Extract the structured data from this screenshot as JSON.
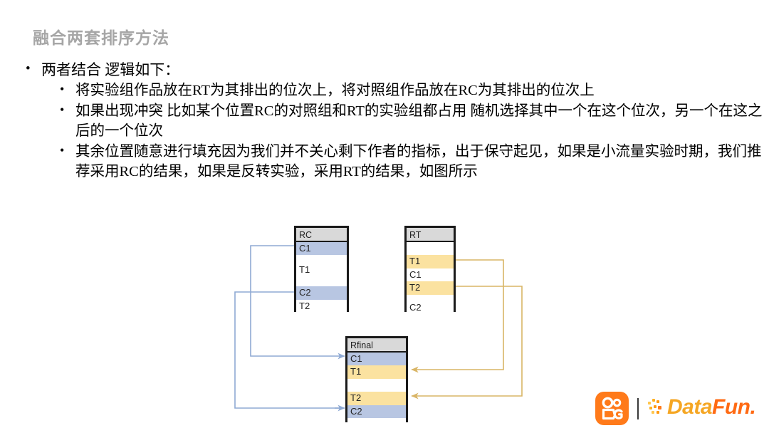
{
  "slide": {
    "title": "融合两套排序方法",
    "bullets": [
      {
        "level": 1,
        "text": "两者结合 逻辑如下："
      }
    ],
    "sub_bullets": [
      {
        "text": "将实验组作品放在RT为其排出的位次上，将对照组作品放在RC为其排出的位次上"
      },
      {
        "text": "如果出现冲突 比如某个位置RC的对照组和RT的实验组都占用 随机选择其中一个在这个位次，另一个在这之后的一个位次"
      },
      {
        "text": "其余位置随意进行填充因为我们并不关心剩下作者的指标，出于保守起见，如果是小流量实验时期，我们推荐采用RC的结果，如果是反转实验，采用RT的结果，如图所示"
      }
    ]
  },
  "diagram": {
    "tables": [
      {
        "id": "rc",
        "header": "RC",
        "rows": [
          {
            "label": "C1",
            "fill": "blue"
          },
          {
            "label": "",
            "fill": "plain"
          },
          {
            "label": "T1",
            "fill": "plain"
          },
          {
            "label": "C2",
            "fill": "blue"
          },
          {
            "label": "T2",
            "fill": "plain"
          }
        ]
      },
      {
        "id": "rt",
        "header": "RT",
        "rows": [
          {
            "label": "",
            "fill": "plain"
          },
          {
            "label": "T1",
            "fill": "yellow"
          },
          {
            "label": "C1",
            "fill": "plain"
          },
          {
            "label": "T2",
            "fill": "yellow"
          },
          {
            "label": "",
            "fill": "plain"
          },
          {
            "label": "C2",
            "fill": "plain"
          }
        ]
      },
      {
        "id": "rfinal",
        "header": "Rfinal",
        "rows": [
          {
            "label": "C1",
            "fill": "blue"
          },
          {
            "label": "T1",
            "fill": "yellow"
          },
          {
            "label": "",
            "fill": "plain"
          },
          {
            "label": "T2",
            "fill": "yellow"
          },
          {
            "label": "C2",
            "fill": "blue"
          },
          {
            "label": "",
            "fill": "plain"
          }
        ]
      }
    ],
    "connectors": [
      {
        "from": "RC.C1",
        "to": "Rfinal.C1",
        "color": "#8faad4"
      },
      {
        "from": "RC.C2",
        "to": "Rfinal.C2",
        "color": "#8faad4"
      },
      {
        "from": "RT.T1",
        "to": "Rfinal.T1",
        "color": "#d9b566"
      },
      {
        "from": "RT.T2",
        "to": "Rfinal.T2",
        "color": "#d9b566"
      }
    ],
    "colors": {
      "blue_fill": "#b8c6e2",
      "yellow_fill": "#fbe2a0",
      "header_fill": "#d9d9d9",
      "border": "#1a1a1a"
    }
  },
  "logo": {
    "brand_mark": "kuaishou-camera-icon",
    "brand_text_part1": "Data",
    "brand_text_part2": "Fun.",
    "accent_orange": "#ff7a1a",
    "accent_yellow": "#f5a623"
  }
}
